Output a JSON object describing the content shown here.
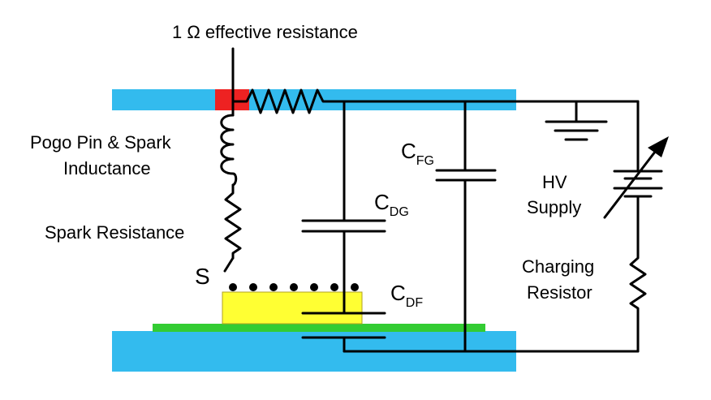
{
  "labels": {
    "effective_resistance": "1 Ω effective resistance",
    "pogo_line1": "Pogo Pin & Spark",
    "pogo_line2": "Inductance",
    "spark_resistance": "Spark Resistance",
    "spark_gap": "S",
    "hv_line1": "HV",
    "hv_line2": "Supply",
    "charging_line1": "Charging",
    "charging_line2": "Resistor"
  },
  "capacitors": {
    "cfg": {
      "main": "C",
      "sub": "FG"
    },
    "cdg": {
      "main": "C",
      "sub": "DG"
    },
    "cdf": {
      "main": "C",
      "sub": "DF"
    }
  },
  "colors": {
    "field_plate": "#33bbee",
    "ground_plate": "#33bbee",
    "contact_pad": "#ee2222",
    "device": "#ffff33",
    "dielectric": "#33cc33",
    "wire": "#000000"
  }
}
